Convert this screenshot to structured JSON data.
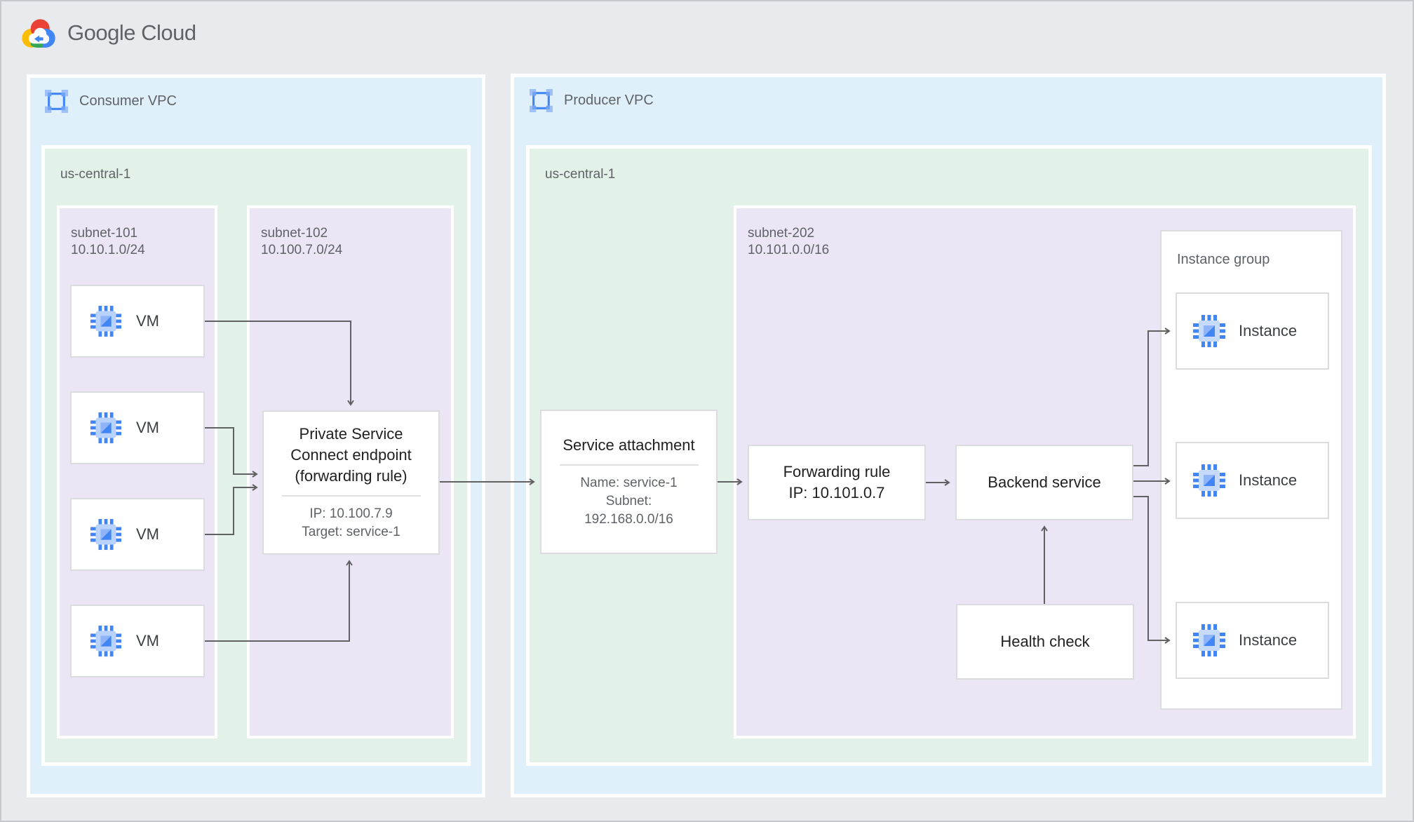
{
  "brand": {
    "logo_text": "Google Cloud"
  },
  "consumer_vpc": {
    "label": "Consumer VPC",
    "region": {
      "label": "us-central-1"
    },
    "subnet_101": {
      "label": "subnet-101\n10.10.1.0/24",
      "vms": [
        {
          "label": "VM"
        },
        {
          "label": "VM"
        },
        {
          "label": "VM"
        },
        {
          "label": "VM"
        }
      ]
    },
    "subnet_102": {
      "label": "subnet-102\n10.100.7.0/24",
      "psc_endpoint": {
        "title": "Private Service Connect endpoint (forwarding rule)",
        "ip": "IP: 10.100.7.9",
        "target": "Target: service-1"
      }
    }
  },
  "producer_vpc": {
    "label": "Producer VPC",
    "region": {
      "label": "us-central-1"
    },
    "service_attachment": {
      "title": "Service attachment",
      "name": "Name: service-1",
      "subnet": "Subnet:\n192.168.0.0/16"
    },
    "subnet_202": {
      "label": "subnet-202\n10.101.0.0/16",
      "forwarding_rule": {
        "line1": "Forwarding rule",
        "line2": "IP: 10.101.0.7"
      },
      "backend_service": {
        "title": "Backend service"
      },
      "health_check": {
        "title": "Health check"
      },
      "instance_group": {
        "label": "Instance group",
        "instances": [
          {
            "label": "Instance"
          },
          {
            "label": "Instance"
          },
          {
            "label": "Instance"
          }
        ]
      }
    }
  },
  "colors": {
    "page_bg": "#E8EAED",
    "vpc_fill": "#DFF0FA",
    "region_fill": "#E3F2E8",
    "subnet_fill": "#ECE5F6",
    "node_border": "#DADCE0",
    "arrow": "#616161",
    "accent_blue": "#4285F4",
    "text_gray": "#5F6368",
    "text_dark": "#212121"
  }
}
